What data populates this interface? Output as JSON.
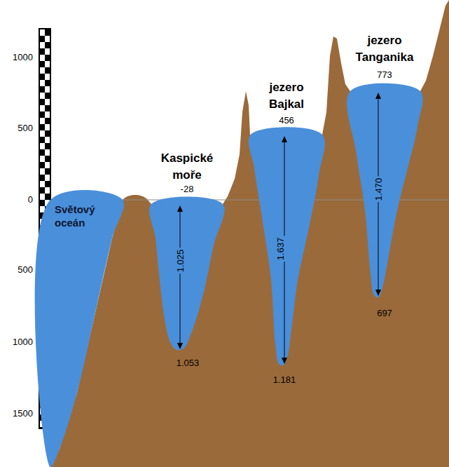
{
  "diagram": {
    "nodes": [
      {
        "text": [
          "Světový oceán"
        ]
      },
      {
        "text": [
          "Kaspické moře",
          "-28",
          "1.025",
          "1.053"
        ]
      },
      {
        "text": [
          "jezero Bajkal",
          "456",
          "1.637",
          "1.181"
        ]
      },
      {
        "text": [
          "jezero Tanganika",
          "773",
          "1.470",
          "697"
        ]
      }
    ],
    "labels": [
      "1000",
      "500",
      "0",
      "500",
      "1000",
      "1500"
    ]
  }
}
